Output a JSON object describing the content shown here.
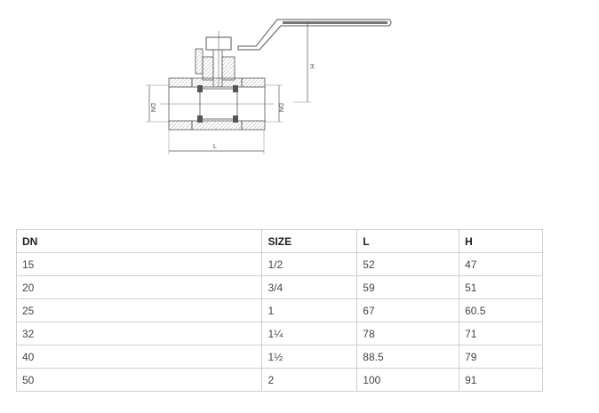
{
  "drawing": {
    "labels": {
      "dn_left": "DN",
      "dn_right": "DN",
      "length": "L",
      "height": "H"
    }
  },
  "table": {
    "headers": [
      "DN",
      "SIZE",
      "L",
      "H"
    ],
    "rows": [
      [
        "15",
        "1/2",
        "52",
        "47"
      ],
      [
        "20",
        "3/4",
        "59",
        "51"
      ],
      [
        "25",
        "1",
        "67",
        "60.5"
      ],
      [
        "32",
        "1¼",
        "78",
        "71"
      ],
      [
        "40",
        "1½",
        "88.5",
        "79"
      ],
      [
        "50",
        "2",
        "100",
        "91"
      ]
    ]
  }
}
